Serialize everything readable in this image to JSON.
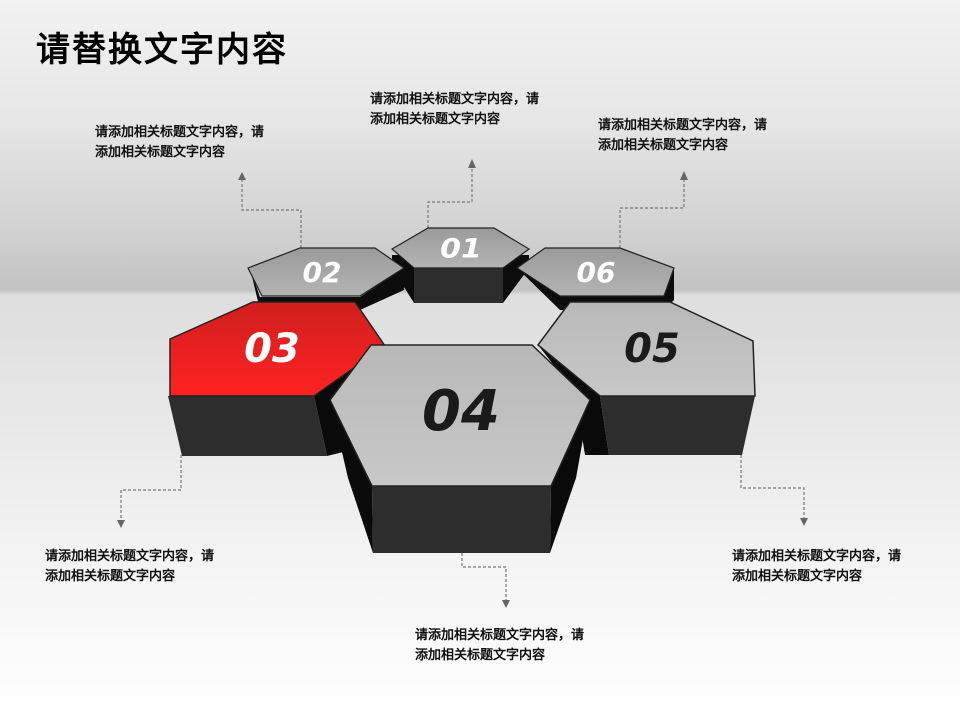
{
  "title": "请替换文字内容",
  "hexagons": [
    {
      "id": "01",
      "label": "01",
      "top_color": "#a8a8a8",
      "text_color": "#ffffff"
    },
    {
      "id": "02",
      "label": "02",
      "top_color": "#a8a8a8",
      "text_color": "#ffffff"
    },
    {
      "id": "03",
      "label": "03",
      "top_color": "#ee2020",
      "text_color": "#ffffff"
    },
    {
      "id": "04",
      "label": "04",
      "top_color": "#c4c4c4",
      "text_color": "#1a1a1a"
    },
    {
      "id": "05",
      "label": "05",
      "top_color": "#c0c0c0",
      "text_color": "#1a1a1a"
    },
    {
      "id": "06",
      "label": "06",
      "top_color": "#a8a8a8",
      "text_color": "#ffffff"
    }
  ],
  "notes": [
    {
      "for": "02",
      "text": "请添加相关标题文字内容，请添加相关标题文字内容"
    },
    {
      "for": "01",
      "text": "请添加相关标题文字内容，请添加相关标题文字内容"
    },
    {
      "for": "06",
      "text": "请添加相关标题文字内容，请添加相关标题文字内容"
    },
    {
      "for": "03",
      "text": "请添加相关标题文字内容，请添加相关标题文字内容"
    },
    {
      "for": "04",
      "text": "请添加相关标题文字内容，请添加相关标题文字内容"
    },
    {
      "for": "05",
      "text": "请添加相关标题文字内容，请添加相关标题文字内容"
    }
  ],
  "colors": {
    "accent": "#ee2020",
    "side": "#2d2d2d",
    "shadow_side": "#0a0a0a",
    "connector": "#777777"
  }
}
